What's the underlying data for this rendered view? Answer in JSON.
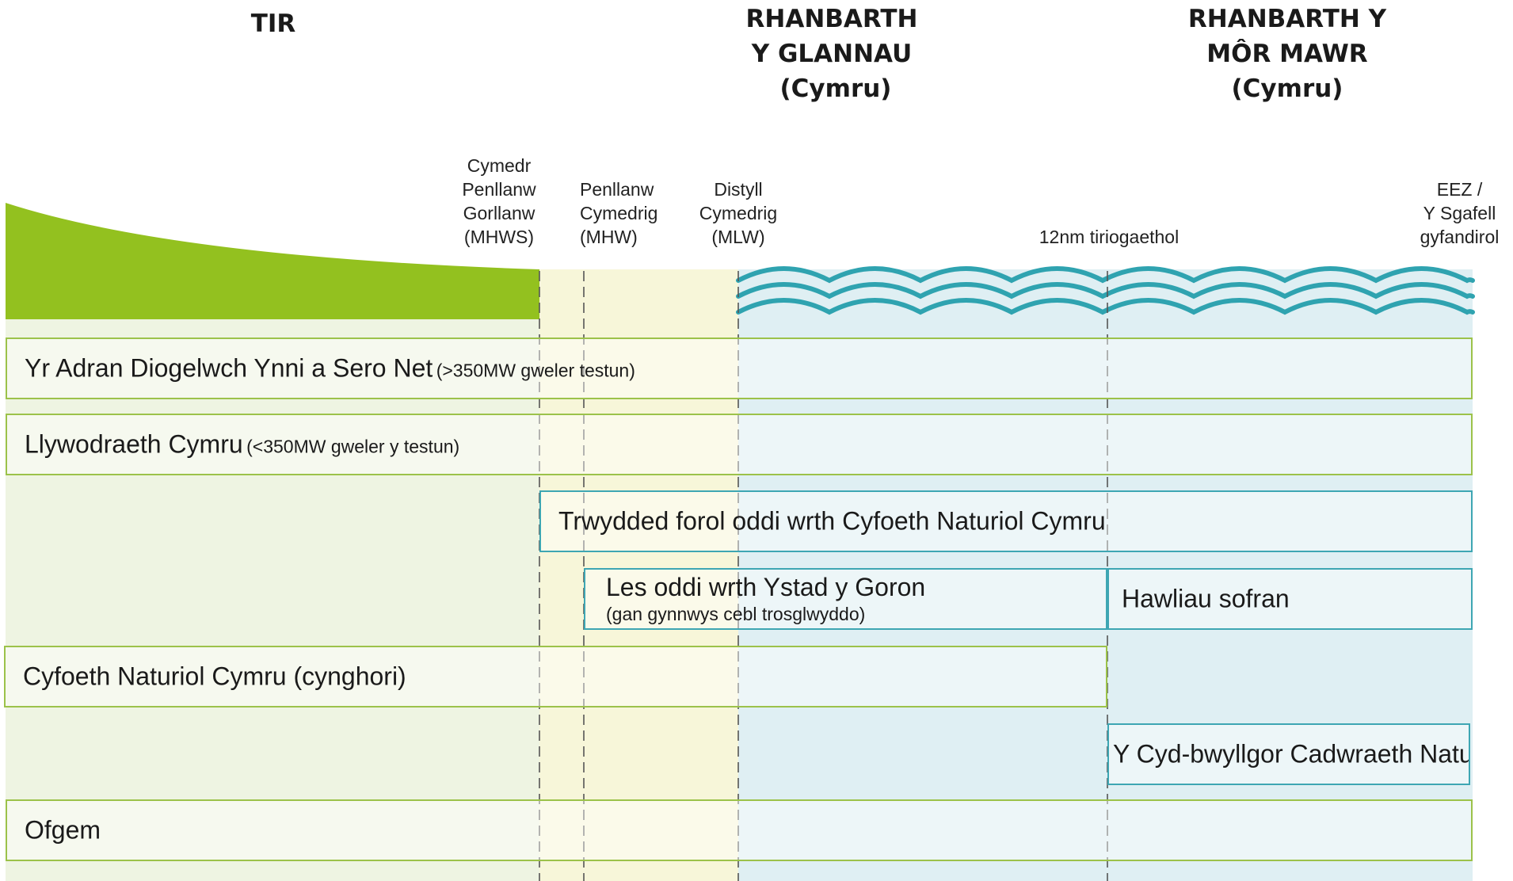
{
  "headings": {
    "land": "TIR",
    "coastal": [
      "RHANBARTH",
      "Y GLANNAU",
      "(Cymru)"
    ],
    "offshore": [
      "RHANBARTH Y",
      "MÔR MAWR",
      "(Cymru)"
    ]
  },
  "markers": {
    "mhws": [
      "Cymedr",
      "Penllanw",
      "Gorllanw",
      "(MHWS)"
    ],
    "mhw": [
      "Penllanw",
      "Cymedrig",
      "(MHW)"
    ],
    "mlw": [
      "Distyll",
      "Cymedrig",
      "(MLW)"
    ],
    "territorial": [
      "12nm tiriogaethol"
    ],
    "eez": [
      "EEZ /",
      "Y Sgafell",
      "gyfandirol"
    ]
  },
  "bodies": {
    "desnz": {
      "label": "Yr Adran Diogelwch Ynni a Sero Net",
      "note": "(>350MW gweler testun)"
    },
    "welsh_gov": {
      "label": "Llywodraeth Cymru",
      "note": "(<350MW gweler y testun)"
    },
    "marine_licence": {
      "label": "Trwydded forol oddi wrth Cyfoeth Naturiol Cymru"
    },
    "crown_estate": {
      "label": "Les oddi wrth Ystad y Goron",
      "note": "(gan gynnwys cebl trosglwyddo)"
    },
    "sovereign": {
      "label": "Hawliau sofran"
    },
    "nrw_advice": {
      "label": "Cyfoeth Naturiol Cymru (cynghori)"
    },
    "jncc": {
      "label": "Y Cyd-bwyllgor Cadwraeth Natur"
    },
    "ofgem": {
      "label": "Ofgem"
    }
  },
  "colors": {
    "land_fill": "#93c11f",
    "land_band": "#eef4e2",
    "intertidal_band": "#f7f6d9",
    "sea_band": "#dfeff3",
    "wave_stroke": "#2fa3b0",
    "green_border": "#9cc24a",
    "teal_border": "#3ea6b3"
  }
}
